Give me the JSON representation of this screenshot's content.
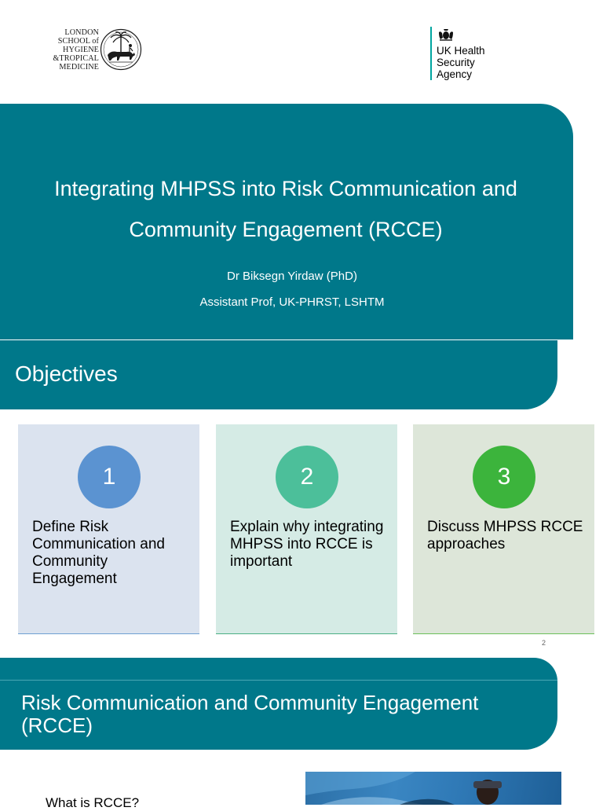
{
  "header": {
    "lshtm_logo": {
      "lines": [
        "LONDON",
        "SCHOOL of",
        "HYGIENE",
        "&TROPICAL",
        "MEDICINE"
      ]
    },
    "ukhsa_logo": {
      "lines": [
        "UK Health",
        "Security",
        "Agency"
      ],
      "accent": "#00a5a0"
    }
  },
  "title_slide": {
    "title": "Integrating MHPSS into Risk Communication and Community Engagement (RCCE)",
    "presenter": "Dr Biksegn Yirdaw (PhD)",
    "role": "Assistant Prof, UK-PHRST, LSHTM",
    "band_color": "#00788a"
  },
  "objectives_slide": {
    "heading": "Objectives",
    "items": [
      {
        "number": "1",
        "text": "Define Risk Communication and Community Engagement",
        "circle_color": "#5b93d1"
      },
      {
        "number": "2",
        "text": "Explain why integrating MHPSS into RCCE is important",
        "circle_color": "#4cbf9a"
      },
      {
        "number": "3",
        "text": "Discuss MHPSS RCCE approaches",
        "circle_color": "#3cb43c"
      }
    ],
    "slide_number": "2"
  },
  "rcce_slide": {
    "heading": "Risk Communication and Community Engagement (RCCE)",
    "question": "What is RCCE?"
  }
}
